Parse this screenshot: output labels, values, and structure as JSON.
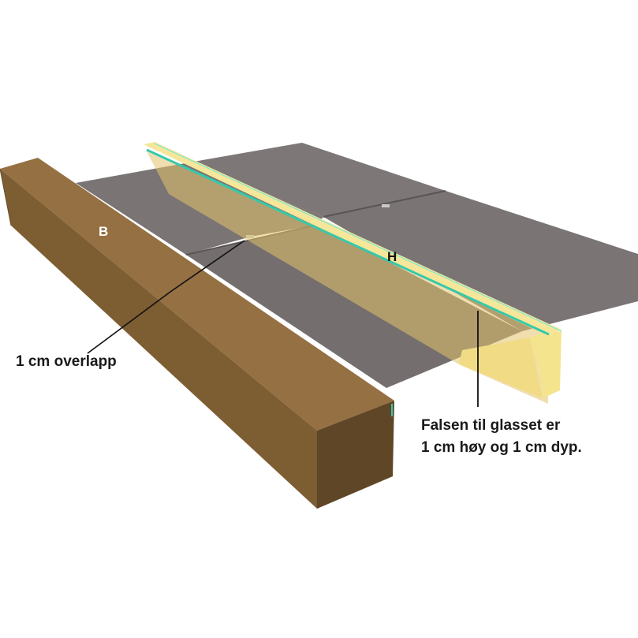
{
  "labels": {
    "b": "B",
    "h": "H",
    "overlap": "1 cm overlapp",
    "rabbet_line1": "Falsen til glasset er",
    "rabbet_line2": "1 cm høy og 1 cm dyp."
  },
  "colors": {
    "glass_panel": "#7a7474",
    "glass_panel_dark": "#6c6666",
    "beam_b_top": "#9a7440",
    "beam_b_side": "#7f5f33",
    "beam_b_front": "#5e4526",
    "beam_h": "#f3e08e",
    "beam_h_translucent": "#e6c66e",
    "glass_edge": "#36c9a9",
    "leader_line": "#111111"
  }
}
